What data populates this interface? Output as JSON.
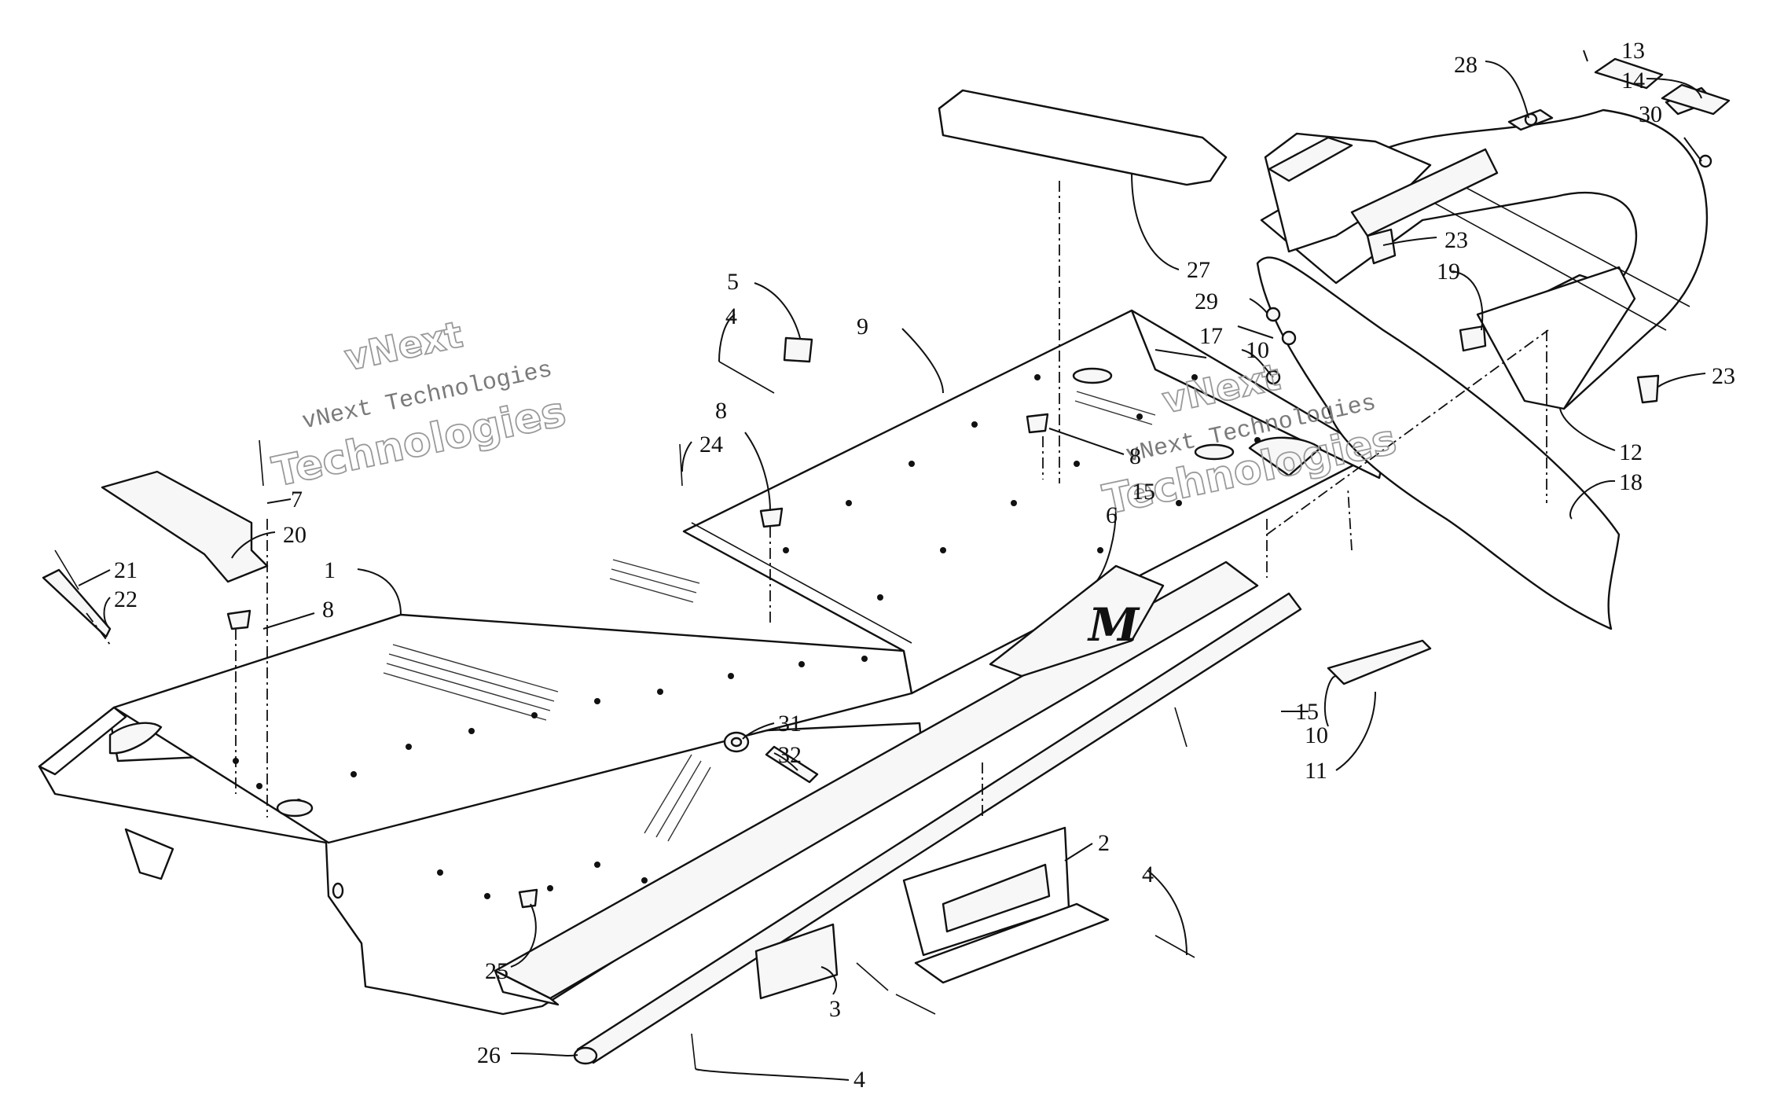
{
  "watermark": {
    "line1": "vNext",
    "line2": "vNext Technologies",
    "line3": "Technologies"
  },
  "emblem": {
    "text": "M"
  },
  "callouts": [
    {
      "id": "c1",
      "text": "1"
    },
    {
      "id": "c2",
      "text": "2"
    },
    {
      "id": "c3",
      "text": "3"
    },
    {
      "id": "c4a",
      "text": "4"
    },
    {
      "id": "c4b",
      "text": "4"
    },
    {
      "id": "c4c",
      "text": "4"
    },
    {
      "id": "c5",
      "text": "5"
    },
    {
      "id": "c6",
      "text": "6"
    },
    {
      "id": "c7",
      "text": "7"
    },
    {
      "id": "c8a",
      "text": "8"
    },
    {
      "id": "c8b",
      "text": "8"
    },
    {
      "id": "c8c",
      "text": "8"
    },
    {
      "id": "c9",
      "text": "9"
    },
    {
      "id": "c10a",
      "text": "10"
    },
    {
      "id": "c10b",
      "text": "10"
    },
    {
      "id": "c11",
      "text": "11"
    },
    {
      "id": "c12",
      "text": "12"
    },
    {
      "id": "c13",
      "text": "13"
    },
    {
      "id": "c14",
      "text": "14"
    },
    {
      "id": "c15a",
      "text": "15"
    },
    {
      "id": "c15b",
      "text": "15"
    },
    {
      "id": "c17",
      "text": "17"
    },
    {
      "id": "c18",
      "text": "18"
    },
    {
      "id": "c19",
      "text": "19"
    },
    {
      "id": "c20",
      "text": "20"
    },
    {
      "id": "c21",
      "text": "21"
    },
    {
      "id": "c22",
      "text": "22"
    },
    {
      "id": "c23a",
      "text": "23"
    },
    {
      "id": "c23b",
      "text": "23"
    },
    {
      "id": "c24",
      "text": "24"
    },
    {
      "id": "c25",
      "text": "25"
    },
    {
      "id": "c26",
      "text": "26"
    },
    {
      "id": "c27",
      "text": "27"
    },
    {
      "id": "c28",
      "text": "28"
    },
    {
      "id": "c29",
      "text": "29"
    },
    {
      "id": "c30",
      "text": "30"
    },
    {
      "id": "c31",
      "text": "31"
    },
    {
      "id": "c32",
      "text": "32"
    }
  ]
}
